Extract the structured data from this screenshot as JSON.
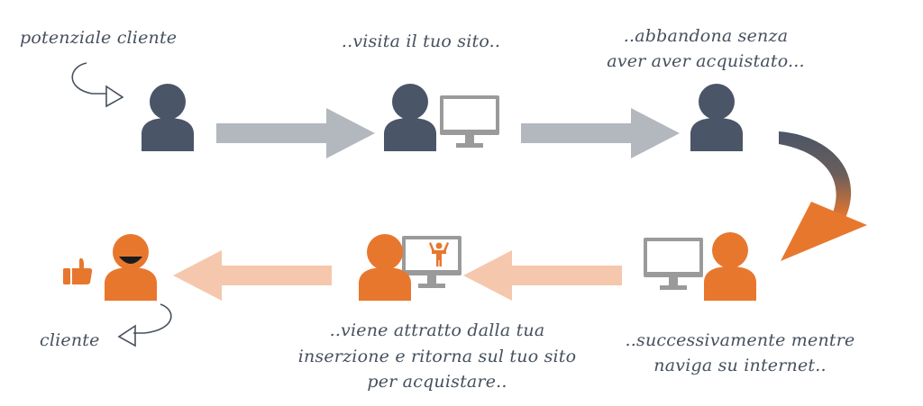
{
  "labels": {
    "potential_client": "potenziale cliente",
    "visits_site": "..visita il tuo sito..",
    "leaves_line1": "..abbandona senza",
    "leaves_line2": "aver aver acquistato...",
    "browsing_line1": "..successivamente mentre",
    "browsing_line2": "naviga su internet..",
    "attracted_line1": "..viene attratto dalla tua",
    "attracted_line2": "inserzione e ritorna sul tuo sito",
    "attracted_line3": "per acquistare..",
    "client": "cliente"
  },
  "colors": {
    "navy_person": "#4a5568",
    "orange_person": "#e8772e",
    "gray_arrow": "#b3b8bf",
    "peach_arrow": "#f5c7ac",
    "monitor_gray": "#9a9a9a",
    "text": "#46505e"
  }
}
